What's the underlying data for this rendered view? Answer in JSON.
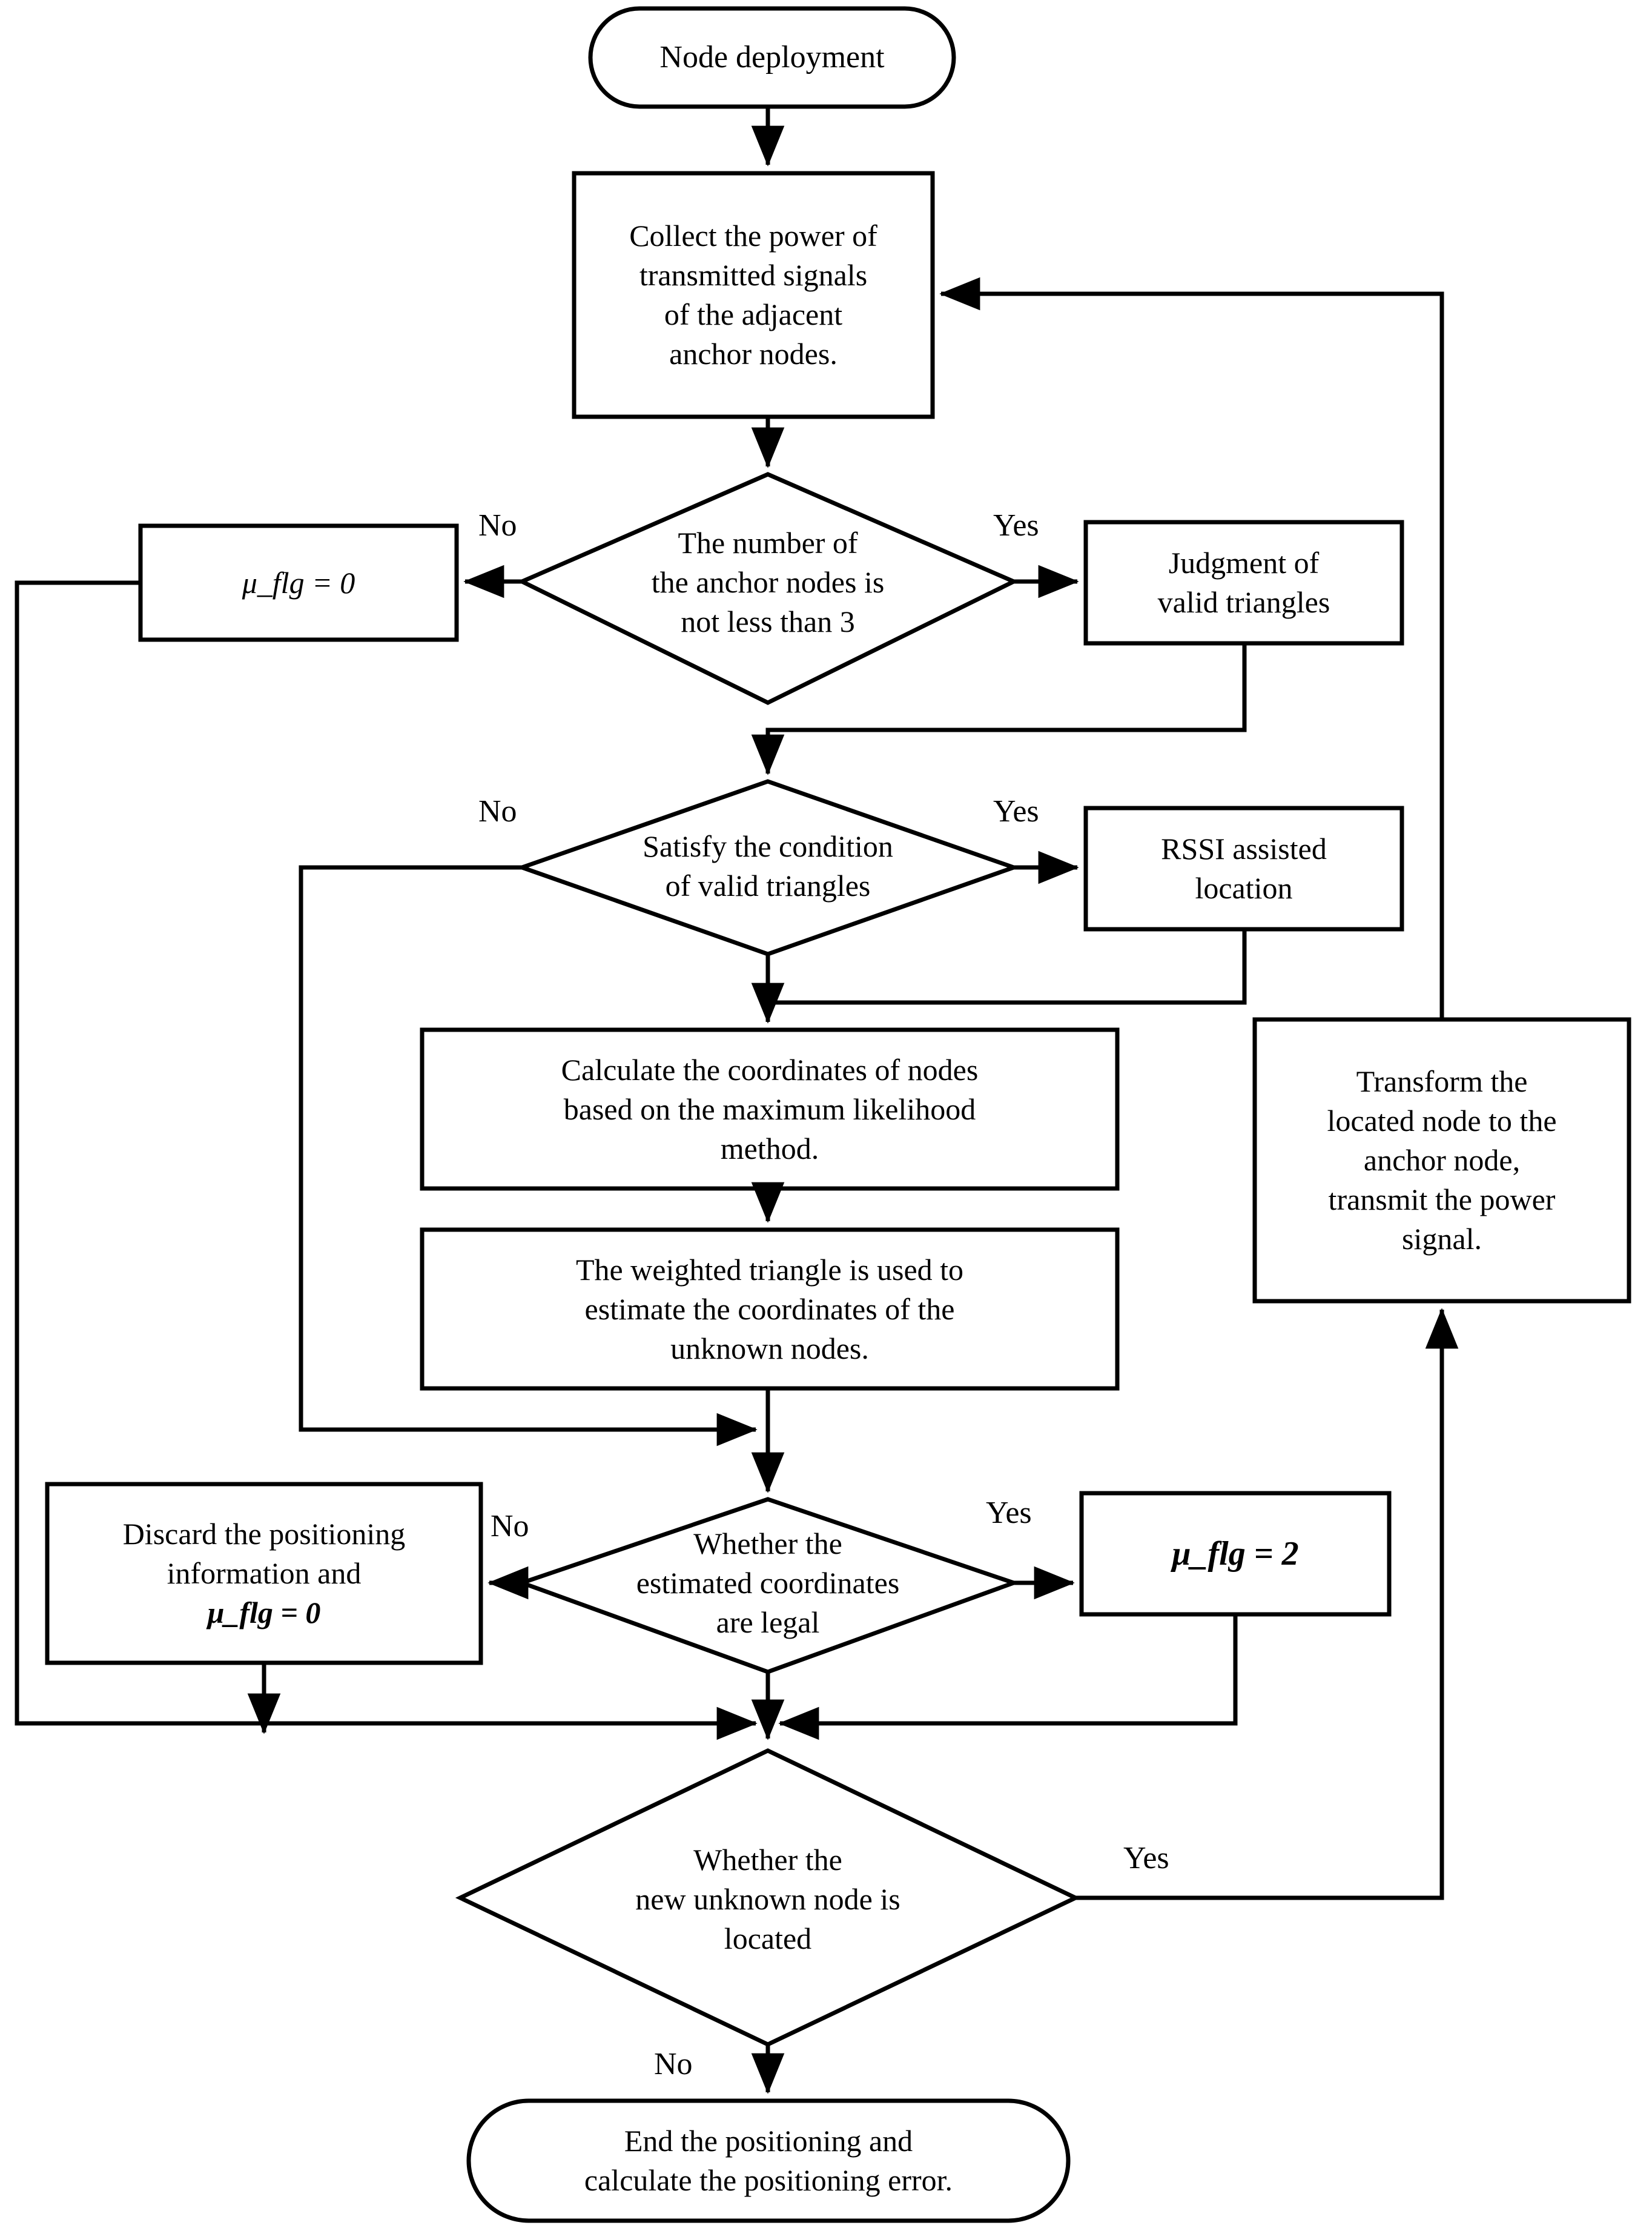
{
  "diagram": {
    "type": "flowchart",
    "title": "Node localization algorithm flowchart",
    "background_color": "#ffffff",
    "line_color": "#000000"
  },
  "nodes": {
    "start": {
      "label": "Node deployment",
      "shape": "terminator"
    },
    "collect": {
      "label": "Collect the power of\ntransmitted signals\nof the adjacent\nanchor nodes.",
      "shape": "process"
    },
    "decision_anchor_count": {
      "label": "The number of\nthe anchor nodes is\nnot less than 3",
      "shape": "decision"
    },
    "flg_zero": {
      "label": "μ_flg = 0",
      "shape": "process"
    },
    "judgment_triangles": {
      "label": "Judgment of\nvalid triangles",
      "shape": "process"
    },
    "decision_valid_triangles": {
      "label": "Satisfy the condition\nof valid triangles",
      "shape": "decision"
    },
    "rssi_location": {
      "label": "RSSI assisted\nlocation",
      "shape": "process"
    },
    "calculate_coordinates": {
      "label": "Calculate the coordinates of nodes\nbased on the maximum likelihood\nmethod.",
      "shape": "process"
    },
    "weighted_triangle": {
      "label": "The weighted triangle is used to\nestimate the coordinates of the\nunknown nodes.",
      "shape": "process"
    },
    "transform_node": {
      "label": "Transform the\nlocated node to the\nanchor node,\ntransmit the power\nsignal.",
      "shape": "process"
    },
    "discard_info": {
      "label_line1": "Discard the positioning",
      "label_line2": "information and",
      "label_line3": "μ_flg = 0",
      "shape": "process"
    },
    "decision_legal": {
      "label": "Whether the\nestimated coordinates\nare legal",
      "shape": "decision"
    },
    "flg_two": {
      "label": "μ_flg = 2",
      "shape": "process"
    },
    "decision_new_node": {
      "label": "Whether the\nnew unknown node is\nlocated",
      "shape": "decision"
    },
    "end": {
      "label": "End the positioning and\ncalculate the positioning error.",
      "shape": "terminator"
    }
  },
  "edge_labels": {
    "anchor_count_no": "No",
    "anchor_count_yes": "Yes",
    "valid_triangles_no": "No",
    "valid_triangles_yes": "Yes",
    "legal_no": "No",
    "legal_yes": "Yes",
    "new_node_yes": "Yes",
    "new_node_no": "No"
  }
}
